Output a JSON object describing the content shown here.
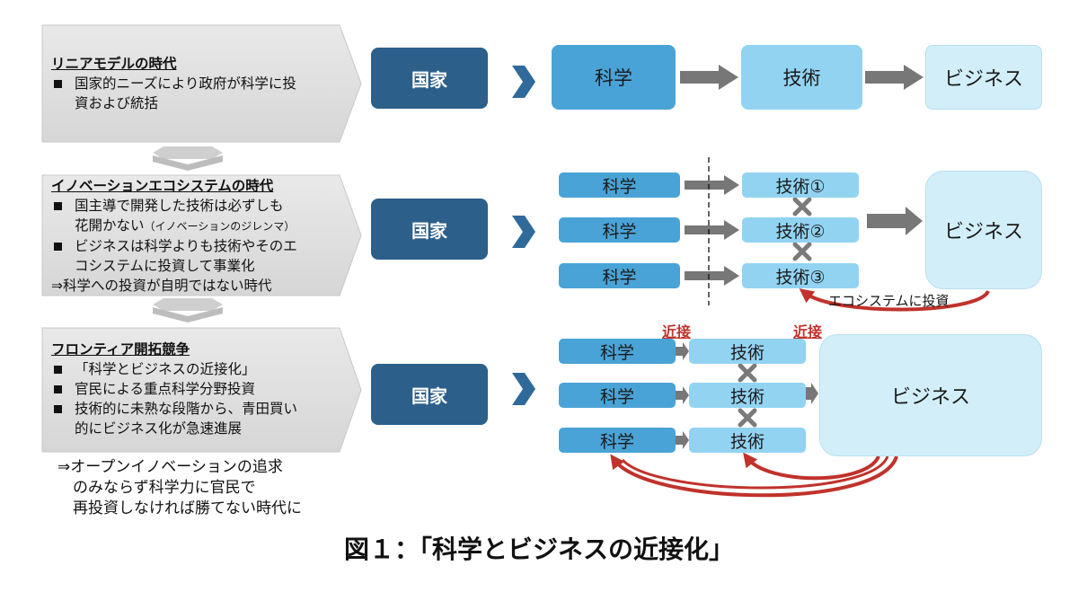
{
  "eras": [
    {
      "title": "リニアモデルの時代",
      "bullets": [
        "国家的ニーズにより政府が科学に投資および統括"
      ],
      "bullet_lines": [
        [
          "国家的ニーズにより政府が科学に投",
          "資および統括"
        ]
      ]
    },
    {
      "title": "イノベーションエコシステムの時代",
      "bullet_lines": [
        [
          "国主導で開発した技術は必ずしも",
          "花開かない"
        ],
        [
          "ビジネスは科学よりも技術やそのエ",
          "コシステムに投資して事業化"
        ]
      ],
      "note": "（イノベーションのジレンマ）",
      "footer": "⇒科学への投資が自明ではない時代"
    },
    {
      "title": "フロンティア開拓競争",
      "bullet_lines": [
        [
          "「科学とビジネスの近接化」"
        ],
        [
          "官民による重点科学分野投資"
        ],
        [
          "技術的に未熟な段階から、青田買い",
          "的にビジネス化が急速進展"
        ]
      ]
    }
  ],
  "nodes": {
    "nation": "国家",
    "science": "科学",
    "tech": "技術",
    "business": "ビジネス",
    "tech_numbered": [
      "技術①",
      "技術②",
      "技術③"
    ]
  },
  "labels": {
    "ecosystem": "エコシステムに投資",
    "proximity": "近接"
  },
  "conclusion_lines": [
    "⇒オープンイノベーションの追求",
    "のみならず科学力に官民で",
    "再投資しなければ勝てない時代に"
  ],
  "caption": "図１：「科学とビジネスの近接化」",
  "colors": {
    "nation": "#2c5f8a",
    "science": "#4aa3d6",
    "tech": "#92d3f2",
    "business": "#d2eff9",
    "arrow_gray": "#777777",
    "arrow_blue": "#2f6a9a",
    "curve_red": "#c0322b",
    "pentagon": "#dedede"
  }
}
